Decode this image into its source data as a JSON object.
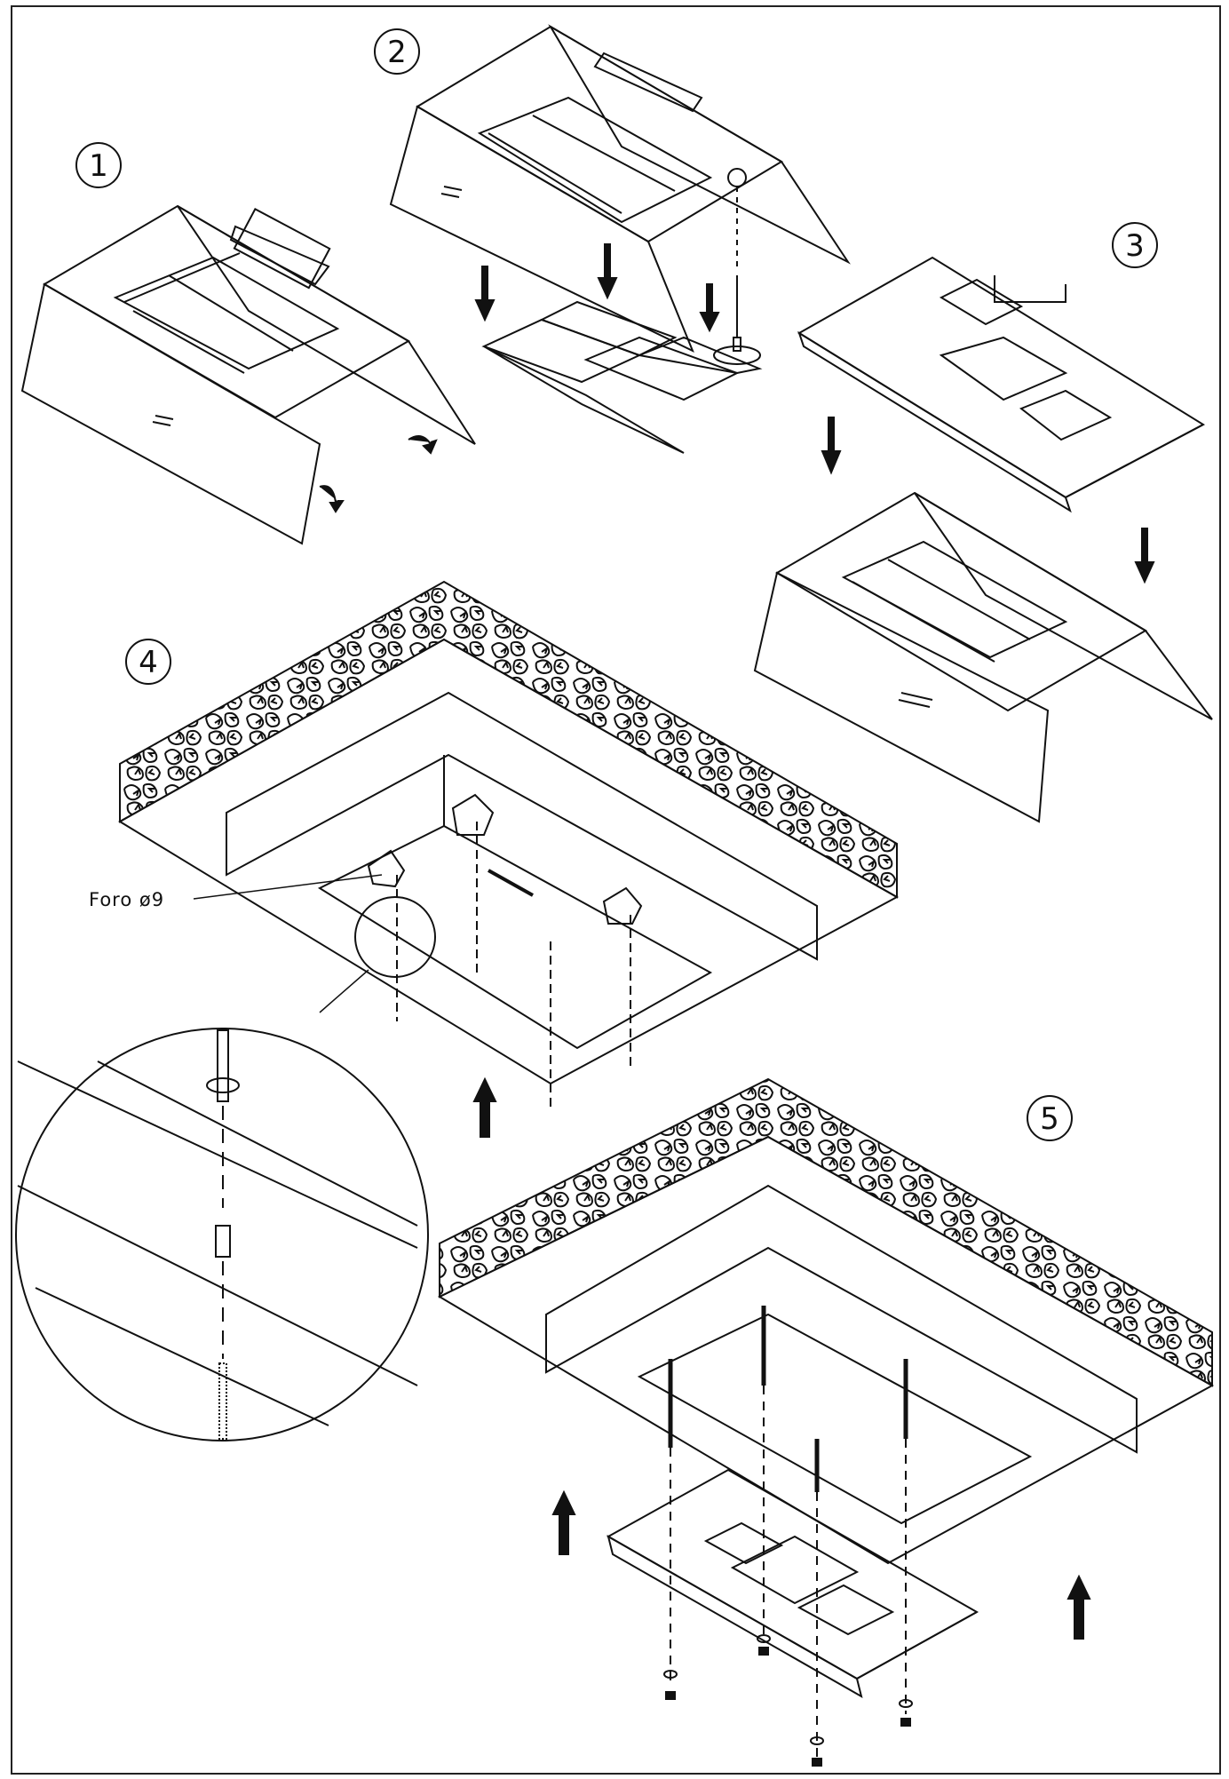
{
  "steps": [
    {
      "number": "1"
    },
    {
      "number": "2"
    },
    {
      "number": "3"
    },
    {
      "number": "4"
    },
    {
      "number": "5"
    }
  ],
  "annotations": {
    "hole_label": "Foro  ø9"
  }
}
